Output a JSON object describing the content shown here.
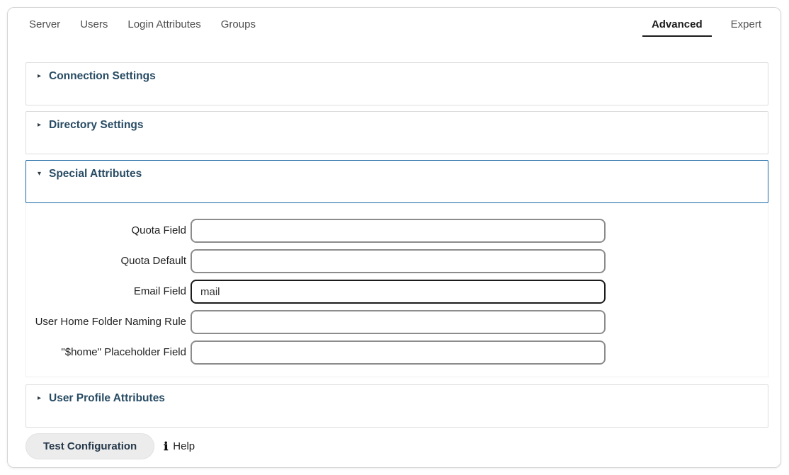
{
  "header": {
    "nav_tabs": [
      {
        "label": "Server"
      },
      {
        "label": "Users"
      },
      {
        "label": "Login Attributes"
      },
      {
        "label": "Groups"
      }
    ],
    "mode_tabs": [
      {
        "label": "Advanced",
        "active": true
      },
      {
        "label": "Expert",
        "active": false
      }
    ]
  },
  "sections": [
    {
      "title": "Connection Settings",
      "caret": "▸",
      "state": "collapsed"
    },
    {
      "title": "Directory Settings",
      "caret": "▸",
      "state": "collapsed"
    },
    {
      "title": "Special Attributes",
      "caret": "▾",
      "state": "expanded"
    },
    {
      "title": "User Profile Attributes",
      "caret": "▸",
      "state": "collapsed"
    }
  ],
  "special_attributes_form": {
    "fields": [
      {
        "label": "Quota Field",
        "value": "",
        "state": "default"
      },
      {
        "label": "Quota Default",
        "value": "",
        "state": "default"
      },
      {
        "label": "Email Field",
        "value": "mail",
        "state": "focused"
      },
      {
        "label": "User Home Folder Naming Rule",
        "value": "",
        "state": "default"
      },
      {
        "label": "\"$home\" Placeholder Field",
        "value": "",
        "state": "default"
      }
    ]
  },
  "footer": {
    "test_button_label": "Test Configuration",
    "help_icon_glyph": "ℹ",
    "help_label": "Help"
  },
  "colors": {
    "expanded_section_border": "#1c69a4",
    "active_tab_underline": "#1b1b1b",
    "section_title": "#274b63",
    "input_border": "#8c8c8c",
    "focused_input_border": "#1b1b1b"
  }
}
